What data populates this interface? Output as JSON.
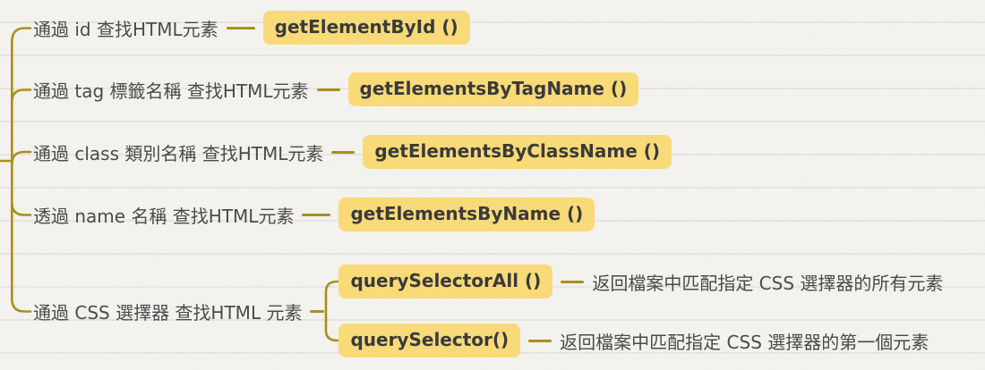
{
  "colors": {
    "background": "#f5f4f1",
    "node_fill": "#f8da79",
    "connector": "#a7911a",
    "label_text": "#4b4b4b",
    "node_text": "#3a3a3a"
  },
  "branches": [
    {
      "label": "通過 id 查找HTML元素",
      "method": "getElementById ()"
    },
    {
      "label": "通過 tag 標籤名稱 查找HTML元素",
      "method": "getElementsByTagName ()"
    },
    {
      "label": "通過 class 類別名稱 查找HTML元素",
      "method": "getElementsByClassName ()"
    },
    {
      "label": "透過 name 名稱 查找HTML元素",
      "method": "getElementsByName ()"
    },
    {
      "label": "通過 CSS 選擇器 查找HTML 元素",
      "children": [
        {
          "method": "querySelectorAll ()",
          "description": "返回檔案中匹配指定 CSS 選擇器的所有元素"
        },
        {
          "method": "querySelector()",
          "description": "返回檔案中匹配指定 CSS 選擇器的第一個元素"
        }
      ]
    }
  ]
}
